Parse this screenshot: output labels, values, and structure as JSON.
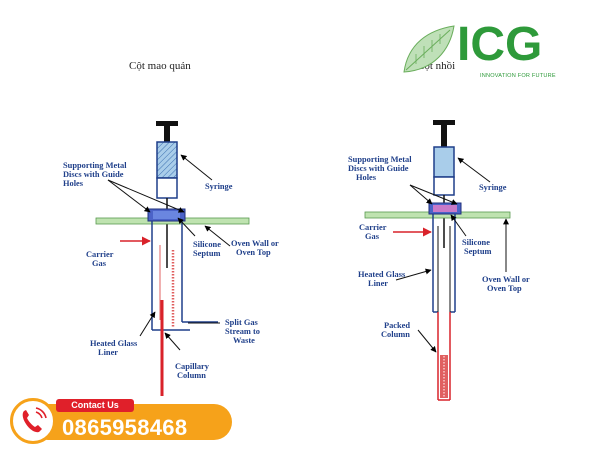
{
  "titles": {
    "capillary": "Cột mao quản",
    "packed": "Cột nhồi"
  },
  "logo": {
    "name": "ICG",
    "tagline": "INNOVATION FOR FUTURE"
  },
  "contact": {
    "label": "Contact Us",
    "phone": "0865958468"
  },
  "left_diagram": {
    "supporting": [
      "Supporting Metal",
      "Discs with Guide",
      "Holes"
    ],
    "syringe": "Syringe",
    "oven": [
      "Oven Wall or",
      "Oven Top"
    ],
    "carrier": [
      "Carrier",
      "Gas"
    ],
    "silicone": [
      "Silicone",
      "Septum"
    ],
    "split": [
      "Split Gas",
      "Stream to",
      "Waste"
    ],
    "liner": [
      "Heated Glass",
      "Liner"
    ],
    "column": [
      "Capillary",
      "Column"
    ]
  },
  "right_diagram": {
    "supporting": [
      "Supporting Metal",
      "Discs with Guide",
      "Holes"
    ],
    "syringe": "Syringe",
    "carrier": [
      "Carrier",
      "Gas"
    ],
    "silicone": [
      "Silicone",
      "Septum"
    ],
    "liner": [
      "Heated Glass",
      "Liner"
    ],
    "oven": [
      "Oven Wall or",
      "Oven Top"
    ],
    "column": [
      "Packed",
      "Column"
    ]
  },
  "colors": {
    "label_blue": "#1f3f8a",
    "syringe_fill": "#a9cdea",
    "oven_green": "#bfe3b0",
    "column_red": "#d9222a",
    "logo_green": "#2e9a3a",
    "contact_orange": "#f6a21a",
    "contact_red": "#e0202a"
  }
}
